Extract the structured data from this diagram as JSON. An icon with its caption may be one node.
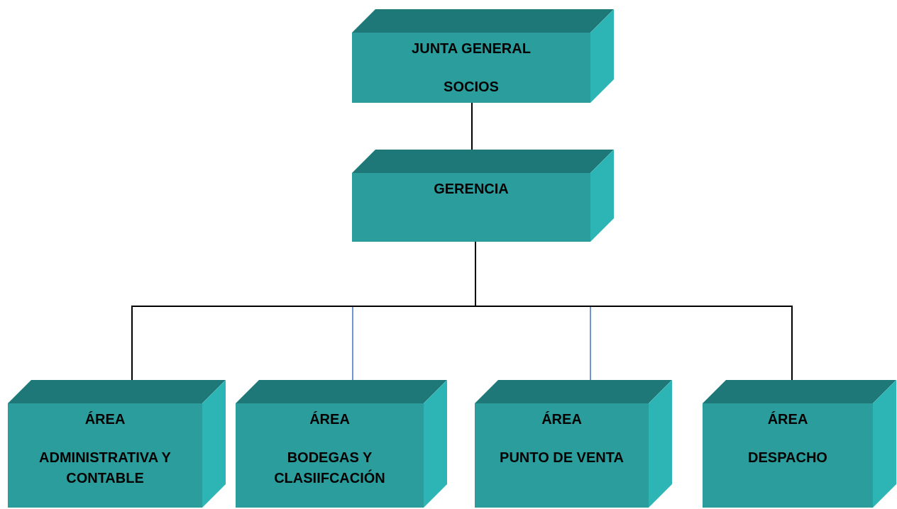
{
  "diagram": {
    "nodes": [
      {
        "text": [
          "JUNTA GENERAL",
          "SOCIOS"
        ]
      },
      {
        "text": [
          "GERENCIA"
        ]
      },
      {
        "text": [
          "ÁREA",
          "ADMINISTRATIVA Y CONTABLE"
        ]
      },
      {
        "text": [
          "ÁREA",
          "BODEGAS Y CLASIIFCACIÓN"
        ]
      },
      {
        "text": [
          "ÁREA",
          "PUNTO DE VENTA"
        ]
      },
      {
        "text": [
          "ÁREA",
          "DESPACHO"
        ]
      }
    ],
    "edges": [
      {
        "from": 0,
        "to": 1,
        "arrow": "none"
      },
      {
        "from": 1,
        "to": 2,
        "arrow": "none"
      },
      {
        "from": 1,
        "to": 3,
        "arrow": "none",
        "color": "#4472c4"
      },
      {
        "from": 1,
        "to": 4,
        "arrow": "none",
        "color": "#4472c4"
      },
      {
        "from": 1,
        "to": 5,
        "arrow": "none"
      }
    ]
  }
}
